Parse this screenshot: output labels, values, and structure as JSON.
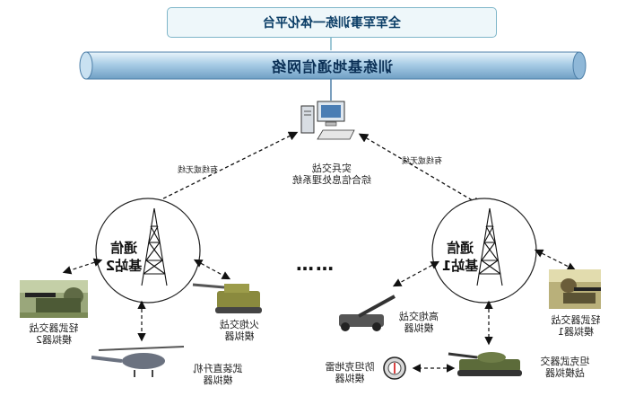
{
  "platform": {
    "title": "全军军事训练一体化平台"
  },
  "network": {
    "label": "训练基地通信网络"
  },
  "center_node": {
    "label": "实兵交战\n综合信息处理系统",
    "icon": "computer-icon"
  },
  "links": {
    "left": "有线或无线",
    "right": "有线或无线"
  },
  "stations": [
    {
      "id": "station-2",
      "label": "通信\n基站2",
      "icon": "radio-tower-icon"
    },
    {
      "id": "station-1",
      "label": "通信\n基站1",
      "icon": "radio-tower-icon"
    }
  ],
  "separator": "……",
  "devices": {
    "left_soldier": "轻武器交战\n模拟器2",
    "left_artillery": "火炮交战\n模拟器",
    "helicopter": "武装直升机\n模拟器",
    "mortar": "高炮交战\n模拟器",
    "right_soldier": "轻武器交战\n模拟器1",
    "compass": "防坦克地雷\n模拟器",
    "tank": "坦克武器交\n战模拟器"
  },
  "colors": {
    "pipe": "#a9cde6",
    "box_border": "#7fb6c9",
    "text_blue": "#0a3d66"
  }
}
